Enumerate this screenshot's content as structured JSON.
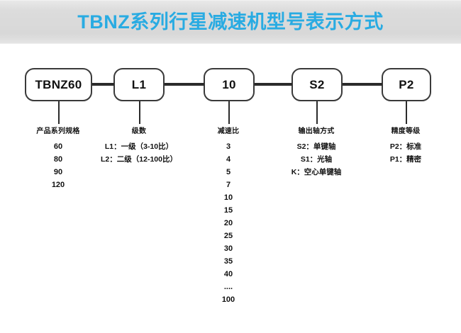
{
  "header": {
    "title": "TBNZ系列行星减速机型号表示方式",
    "accent_color": "#29abe2",
    "background_color": "#dcdcdc"
  },
  "diagram": {
    "line_color": "#2b2b2b",
    "box_border_color": "#3a3a3a",
    "boxes": [
      {
        "label": "TBNZ60"
      },
      {
        "label": "L1"
      },
      {
        "label": "10"
      },
      {
        "label": "S2"
      },
      {
        "label": "P2"
      }
    ],
    "columns": [
      {
        "heading": "产品系列规格",
        "entries": [
          "60",
          "80",
          "90",
          "120"
        ],
        "numeric": true
      },
      {
        "heading": "级数",
        "entries": [
          "L1：一级（3-10比）",
          "L2：二级（12-100比）"
        ],
        "numeric": false
      },
      {
        "heading": "减速比",
        "entries": [
          "3",
          "4",
          "5",
          "7",
          "10",
          "15",
          "20",
          "25",
          "30",
          "35",
          "40",
          "....",
          "100"
        ],
        "numeric": true
      },
      {
        "heading": "输出轴方式",
        "entries": [
          "S2：单键轴",
          "S1：光轴",
          "K：空心单键轴"
        ],
        "numeric": false
      },
      {
        "heading": "精度等级",
        "entries": [
          "P2：标准",
          "P1：精密"
        ],
        "numeric": false
      }
    ]
  }
}
